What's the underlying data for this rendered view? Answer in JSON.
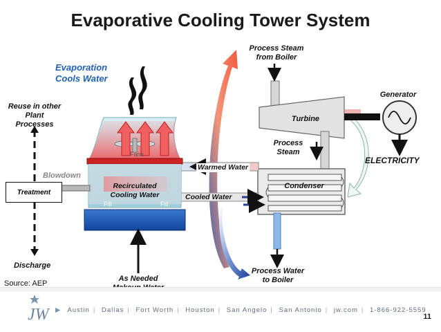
{
  "title": "Evaporative Cooling Tower System",
  "labels": {
    "evaporation": [
      "Evaporation",
      "Cools Water"
    ],
    "process_steam_boiler": [
      "Process Steam",
      "from Boiler"
    ],
    "generator": "Generator",
    "turbine": "Turbine",
    "process_steam": [
      "Process",
      "Steam"
    ],
    "electricity": "ELECTRICITY",
    "reuse": [
      "Reuse in other",
      "Plant",
      "Processes"
    ],
    "blowdown": "Blowdown",
    "treatment": "Treatment",
    "recirculated": [
      "Recirculated",
      "Cooling Water"
    ],
    "warmed_water": "Warmed Water",
    "condenser": "Condenser",
    "cooled_water": "Cooled Water",
    "fans": "Fans",
    "fill_left": "Fill",
    "fill_right": "Fill",
    "discharge": "Discharge",
    "makeup": [
      "As Needed",
      "Makeup Water"
    ],
    "process_water": [
      "Process Water",
      "to Boiler"
    ],
    "source": "Source: AEP"
  },
  "footer": {
    "links": [
      "Austin",
      "Dallas",
      "Fort Worth",
      "Houston",
      "San Angelo",
      "San Antonio",
      "jw.com",
      "1-866-922-5559"
    ],
    "page": "11",
    "logo": "JW"
  },
  "colors": {
    "hot": "#e8393c",
    "cool": "#1f4fa8",
    "accent_blue": "#1f5fb4"
  }
}
